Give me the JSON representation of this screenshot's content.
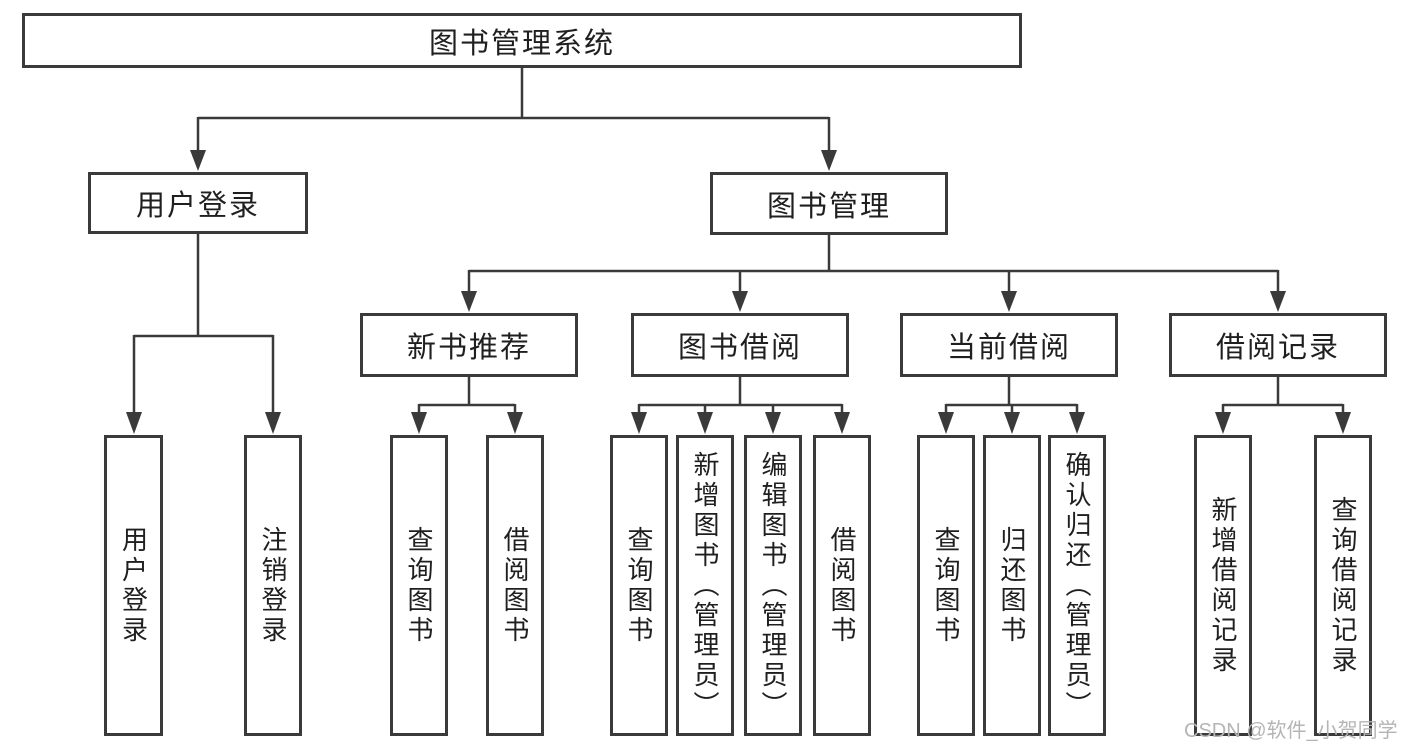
{
  "colors": {
    "line": "#3a3a3a",
    "box_border": "#3a3a3a",
    "text": "#1f1f1f",
    "watermark": "#b5b5b5",
    "background": "#ffffff"
  },
  "tree": {
    "root": "图书管理系统",
    "level2": [
      "用户登录",
      "图书管理"
    ],
    "level3": [
      "新书推荐",
      "图书借阅",
      "当前借阅",
      "借阅记录"
    ],
    "leaves": {
      "user_login": [
        "用户登录",
        "注销登录"
      ],
      "new_book": [
        "查询图书",
        "借阅图书"
      ],
      "borrow": [
        "查询图书",
        "新增图书（管理员）",
        "编辑图书（管理员）",
        "借阅图书"
      ],
      "current": [
        "查询图书",
        "归还图书",
        "确认归还（管理员）"
      ],
      "records": [
        "新增借阅记录",
        "查询借阅记录"
      ]
    }
  },
  "watermark": "CSDN @软件_小贺同学"
}
